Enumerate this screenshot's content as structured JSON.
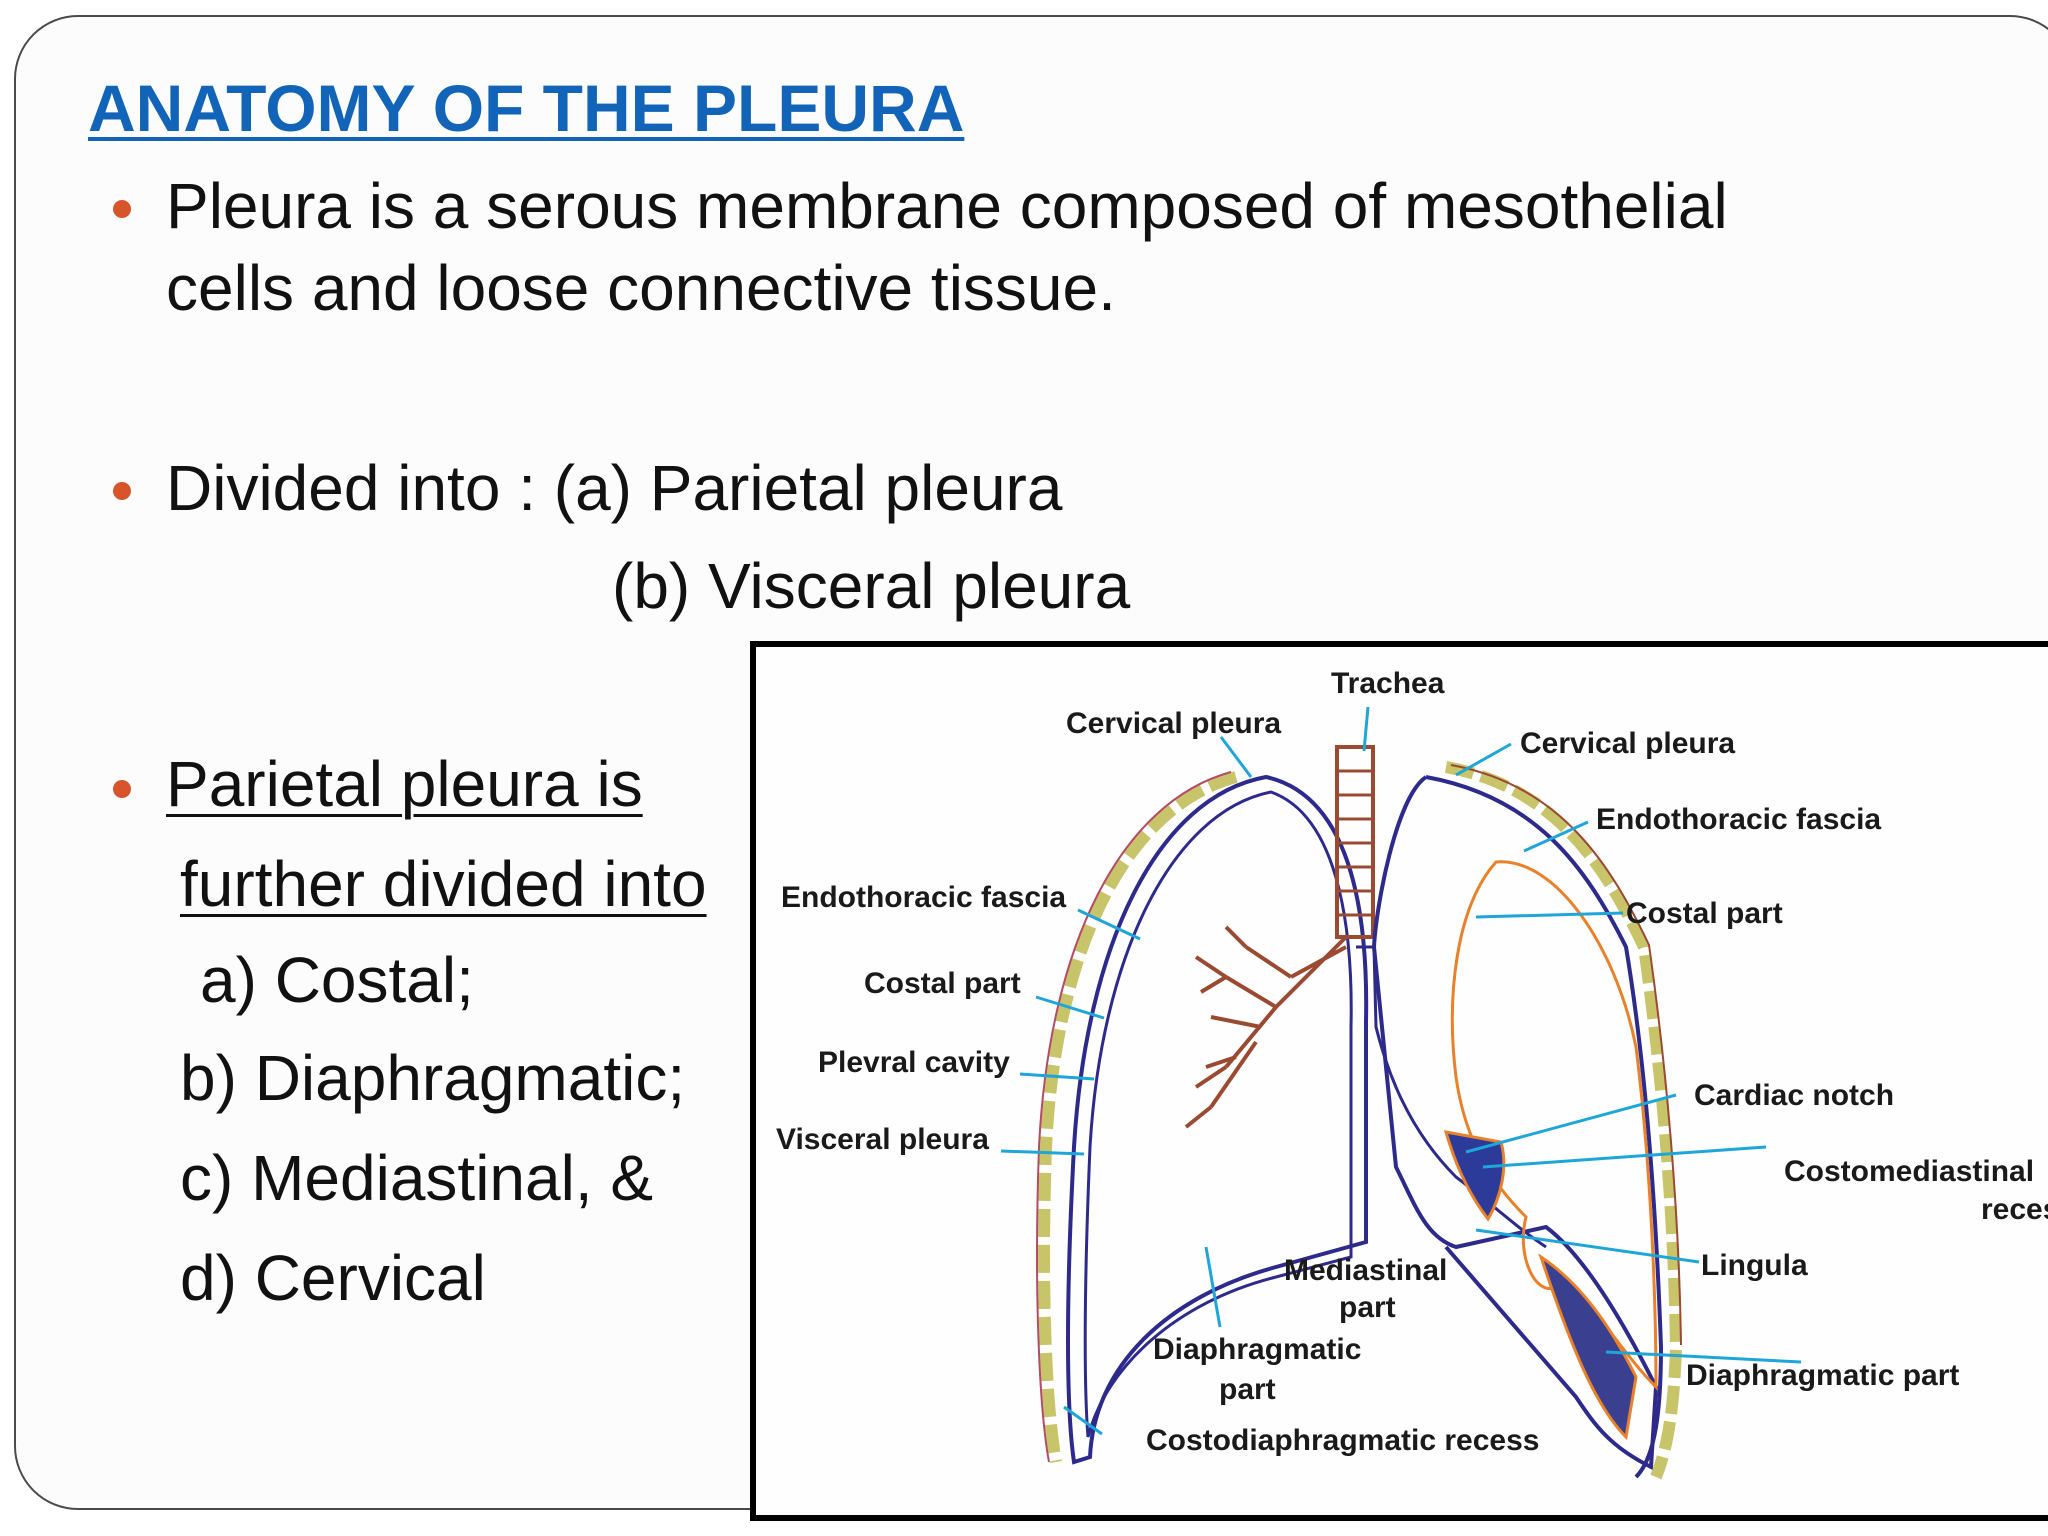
{
  "slide": {
    "title": "ANATOMY OF THE PLEURA",
    "bullets": [
      {
        "lines": [
          "Pleura is a serous membrane composed of mesothelial",
          "cells and loose connective tissue."
        ]
      },
      {
        "lines": [
          "Divided into : (a) Parietal pleura",
          "(b) Visceral pleura"
        ]
      },
      {
        "lines": [
          "Parietal pleura is",
          "further divided into"
        ]
      }
    ],
    "sub_items": [
      "a) Costal;",
      "b) Diaphragmatic;",
      "c) Mediastinal, &",
      "d) Cervical"
    ]
  },
  "figure": {
    "labels": {
      "trachea": "Trachea",
      "cervical_pleura_left": "Cervical pleura",
      "cervical_pleura_right": "Cervical pleura",
      "endothoracic_fascia_left": "Endothoracic fascia",
      "endothoracic_fascia_right": "Endothoracic fascia",
      "costal_part_left": "Costal part",
      "costal_part_right": "Costal part",
      "plevral_cavity": "Plevral cavity",
      "visceral_pleura": "Visceral pleura",
      "cardiac_notch": "Cardiac notch",
      "costomediastinal_line1": "Costomediastinal",
      "costomediastinal_line2": "recess",
      "lingula": "Lingula",
      "mediastinal_line1": "Mediastinal",
      "mediastinal_line2": "part",
      "diaphragmatic_left_line1": "Diaphragmatic",
      "diaphragmatic_left_line2": "part",
      "diaphragmatic_part_right": "Diaphragmatic part",
      "costodiaphragmatic_recess": "Costodiaphragmatic recess"
    },
    "colors": {
      "pleura_line": "#2d2a8c",
      "pointer": "#1ea6d9",
      "lung_outline": "#e8812a",
      "bronchi": "#9b4a32",
      "fascia": "#c7c46a",
      "fill_dark": "#2c3a9a"
    }
  }
}
